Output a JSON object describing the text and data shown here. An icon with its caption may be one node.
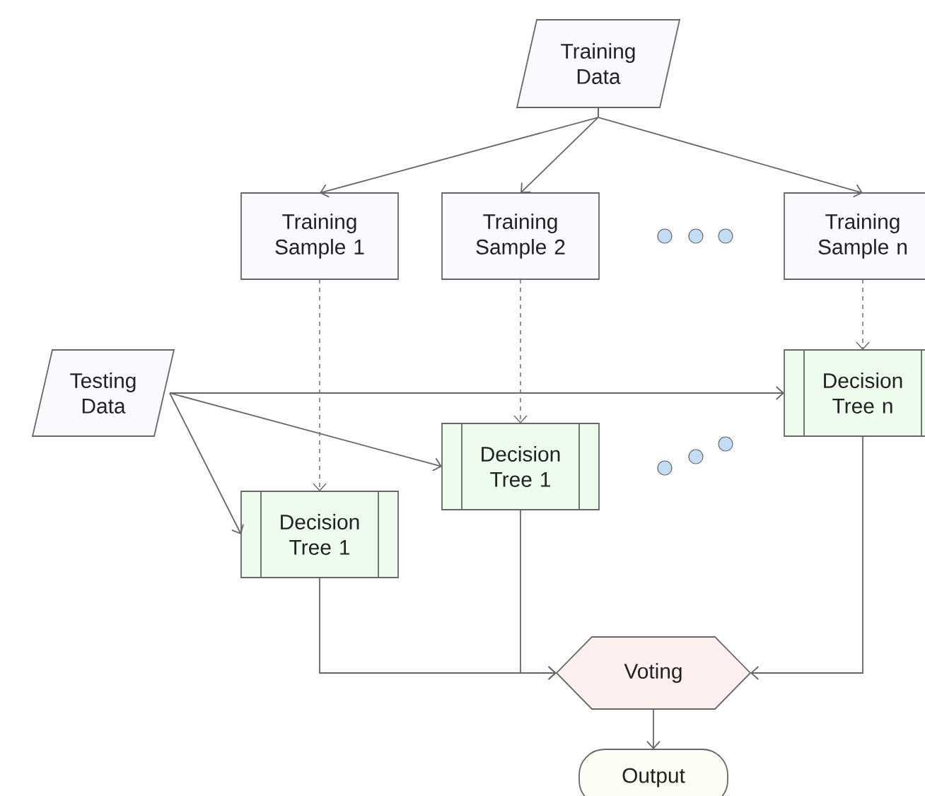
{
  "diagram": {
    "nodes": [
      {
        "text": [
          "Training Data"
        ]
      },
      {
        "text": [
          "Training Sample 1"
        ]
      },
      {
        "text": [
          "Training Sample 2"
        ]
      },
      {
        "text": [
          "Training Sample n"
        ]
      },
      {
        "text": [
          "Testing Data"
        ]
      },
      {
        "text": [
          "Decision Tree 1"
        ]
      },
      {
        "text": [
          "Decision Tree 1"
        ]
      },
      {
        "text": [
          "Decision Tree n"
        ]
      },
      {
        "text": [
          "Voting"
        ]
      },
      {
        "text": [
          "Output"
        ]
      }
    ],
    "edges": [
      {
        "from": 0,
        "to": 1,
        "arrow": "to"
      },
      {
        "from": 0,
        "to": 2,
        "arrow": "to"
      },
      {
        "from": 0,
        "to": 3,
        "arrow": "to"
      },
      {
        "from": 1,
        "to": 5,
        "arrow": "to",
        "style": "dashed"
      },
      {
        "from": 2,
        "to": 6,
        "arrow": "to",
        "style": "dashed"
      },
      {
        "from": 3,
        "to": 7,
        "arrow": "to",
        "style": "dashed"
      },
      {
        "from": 4,
        "to": 7,
        "arrow": "to"
      },
      {
        "from": 4,
        "to": 6,
        "arrow": "to"
      },
      {
        "from": 4,
        "to": 5,
        "arrow": "to"
      },
      {
        "from": 5,
        "to": 8,
        "arrow": "to"
      },
      {
        "from": 6,
        "to": 8,
        "arrow": "to"
      },
      {
        "from": 7,
        "to": 8,
        "arrow": "to"
      },
      {
        "from": 8,
        "to": 9,
        "arrow": "to"
      }
    ]
  }
}
